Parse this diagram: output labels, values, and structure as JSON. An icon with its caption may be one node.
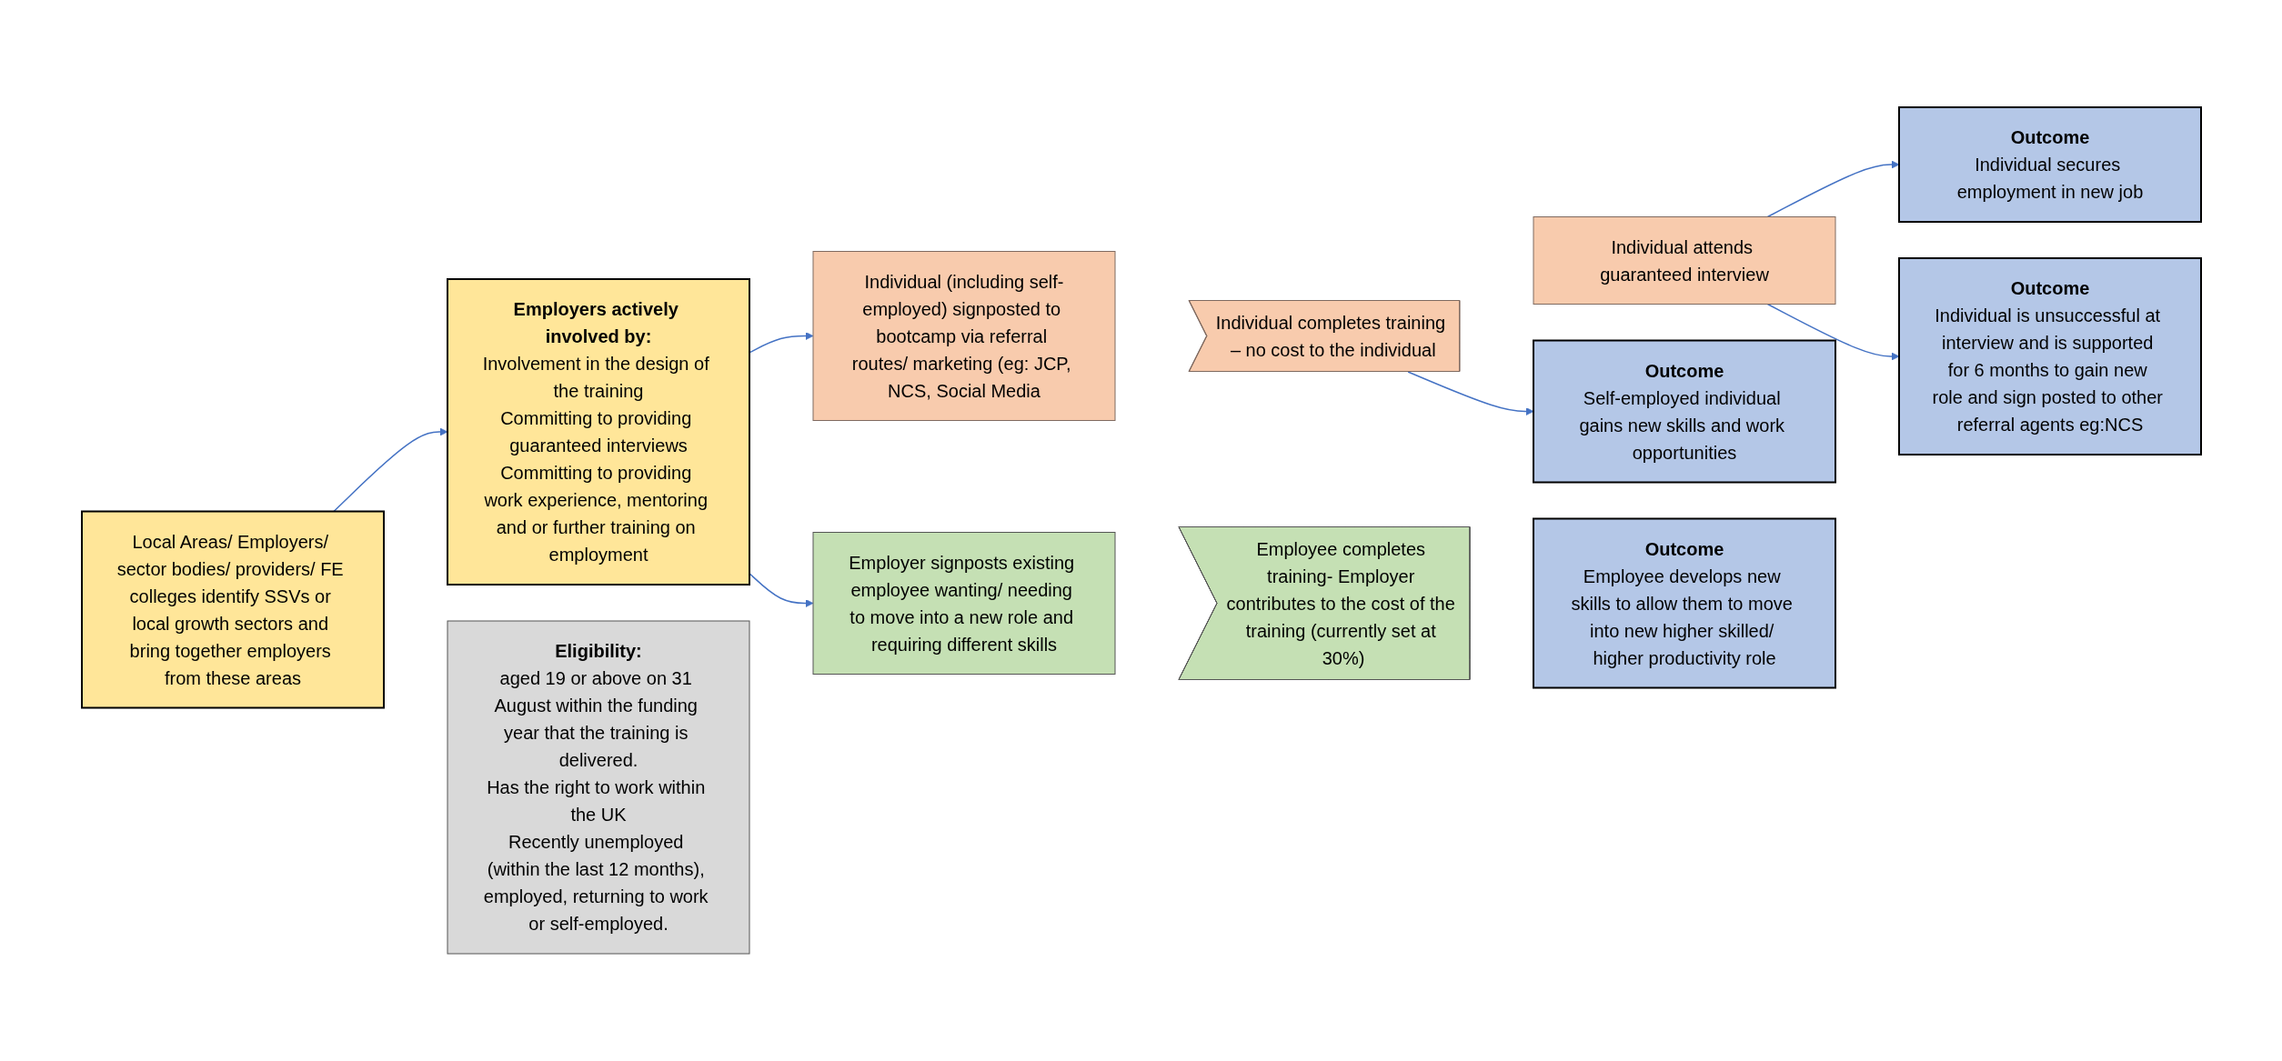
{
  "diagram": {
    "nodes": [
      {
        "text": [
          "Local Areas/ Employers/ sector bodies/ providers/ FE colleges identify SSVs or local growth sectors and bring together employers from these areas"
        ]
      },
      {
        "text": [
          "Employers actively involved by:",
          "Involvement in the design of the training",
          "Committing to providing guaranteed interviews",
          "Committing to providing work experience, mentoring and or further training on employment"
        ]
      },
      {
        "text": [
          "Individual (including self-employed) signposted to bootcamp via referral routes/ marketing (eg: JCP, NCS, Social Media"
        ]
      },
      {
        "text": [
          "Individual completes training – no cost to the individual"
        ]
      },
      {
        "text": [
          "Individual attends guaranteed interview"
        ]
      },
      {
        "text": [
          "Outcome",
          "Individual secures employment in new job"
        ]
      },
      {
        "text": [
          "Outcome",
          "Individual is unsuccessful at interview and is supported for 6 months to gain new role and sign posted to other referral agents eg:NCS"
        ]
      },
      {
        "text": [
          "Outcome",
          "Self-employed individual gains new skills and work opportunities"
        ]
      },
      {
        "text": [
          "Employer signposts existing employee wanting/ needing to move into a new role and requiring different skills"
        ]
      },
      {
        "text": [
          "Employee completes training- Employer contributes to the cost of the training (currently set at 30%)"
        ]
      },
      {
        "text": [
          "Outcome",
          "Employee develops new skills to allow them to move into new higher skilled/ higher productivity role"
        ]
      },
      {
        "text": [
          "Eligibility:",
          "aged 19 or above on 31 August within the funding year that the training is delivered.",
          "Has the right to work within the UK",
          "Recently unemployed (within the last 12 months), employed, returning to work or self-employed."
        ]
      }
    ],
    "edges": [
      {
        "from": 0,
        "to": 1,
        "arrow": "to"
      },
      {
        "from": 1,
        "to": 2,
        "arrow": "to"
      },
      {
        "from": 4,
        "to": 5,
        "arrow": "to"
      },
      {
        "from": 4,
        "to": 6,
        "arrow": "to"
      },
      {
        "from": 3,
        "to": 7,
        "arrow": "to"
      },
      {
        "from": 1,
        "to": 8,
        "arrow": "to"
      }
    ]
  }
}
